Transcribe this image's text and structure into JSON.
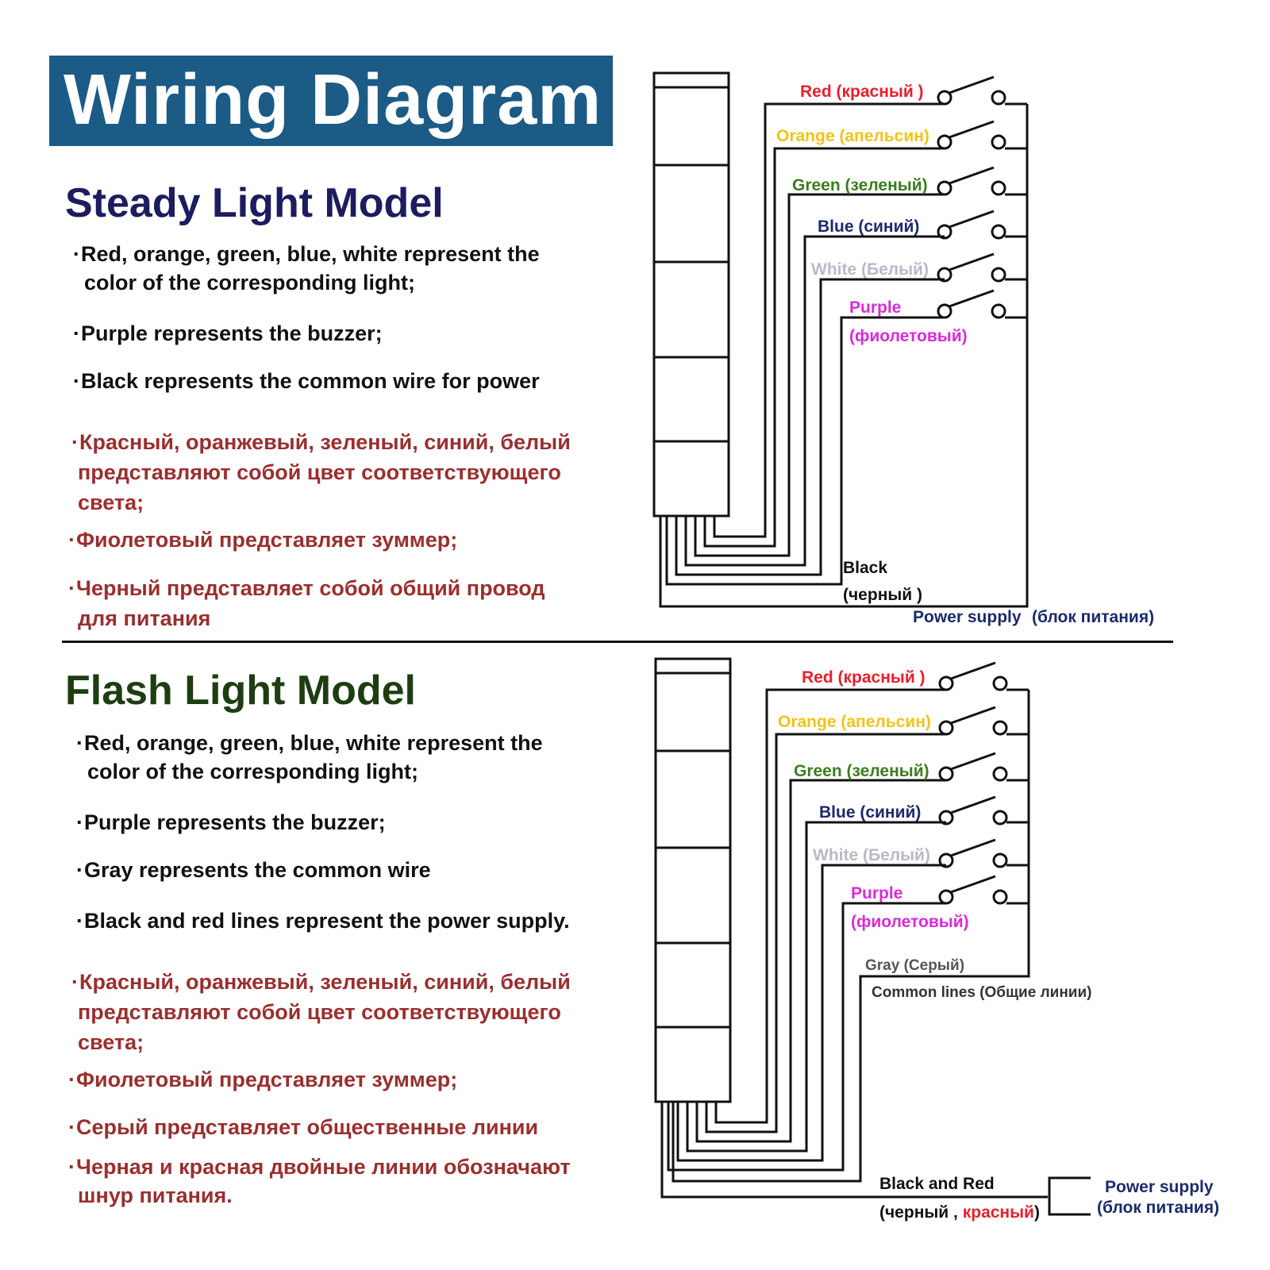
{
  "title": "Wiring Diagram",
  "colors": {
    "banner": "#1b5b86",
    "steady_heading": "#1c1c5e",
    "flash_heading": "#1f3d12",
    "russian_text": "#9a2f2f",
    "red": "#e8202a",
    "orange": "#f2c318",
    "green": "#3b7d1e",
    "blue": "#1c2a6b",
    "white": "#b9b9c9",
    "purple": "#d82bd8"
  },
  "steady": {
    "heading": "Steady Light Model",
    "bullets": [
      {
        "l1": "Red, orange, green, blue, white represent the",
        "l2": "color of the corresponding light;"
      },
      {
        "l1": "Purple represents the buzzer;",
        "l2": ""
      },
      {
        "l1": "Black represents the common wire for power",
        "l2": ""
      }
    ],
    "ru_bullets": [
      {
        "l1": "Красный, оранжевый, зеленый, синий, белый",
        "l2": "представляют собой цвет соответствующего",
        "l3": "света;"
      },
      {
        "l1": "Фиолетовый представляет зуммер;",
        "l2": "",
        "l3": ""
      },
      {
        "l1": "Черный представляет собой общий провод",
        "l2": "для питания",
        "l3": ""
      }
    ],
    "wire_labels": {
      "red": "Red (красный )",
      "orange": "Orange (апельсин)",
      "green": "Green (зеленый)",
      "blue": "Blue (синий)",
      "white": "White (Белый)",
      "purple": "Purple",
      "purple_ru": "(фиолетовый)",
      "black": "Black",
      "black_ru": "(черный )",
      "power": "Power supply",
      "power_ru": "(блок питания)"
    }
  },
  "flash": {
    "heading": "Flash Light Model",
    "bullets": [
      {
        "l1": "Red, orange, green, blue, white represent the",
        "l2": "color of the corresponding light;"
      },
      {
        "l1": "Purple represents the buzzer;",
        "l2": ""
      },
      {
        "l1": "Gray represents the common wire",
        "l2": ""
      },
      {
        "l1": "Black and red lines represent the power supply.",
        "l2": ""
      }
    ],
    "ru_bullets": [
      {
        "l1": "Красный, оранжевый, зеленый, синий, белый",
        "l2": "представляют собой цвет соответствующего",
        "l3": "света;"
      },
      {
        "l1": "Фиолетовый представляет зуммер;",
        "l2": "",
        "l3": ""
      },
      {
        "l1": "Серый представляет общественные линии",
        "l2": "",
        "l3": ""
      },
      {
        "l1": "Черная и красная двойные линии обозначают",
        "l2": "шнур питания.",
        "l3": ""
      }
    ],
    "wire_labels": {
      "red": "Red (красный )",
      "orange": "Orange (апельсин)",
      "green": "Green (зеленый)",
      "blue": "Blue (синий)",
      "white": "White (Белый)",
      "purple": "Purple",
      "purple_ru": "(фиолетовый)",
      "gray": "Gray (Серый)",
      "common": "Common lines (Общие линии)",
      "black_red": "Black and Red",
      "black_red_ru_a": "(черный , ",
      "black_red_ru_b": "красный",
      "black_red_ru_c": ")",
      "power": "Power supply",
      "power_ru": "(блок питания)"
    }
  }
}
